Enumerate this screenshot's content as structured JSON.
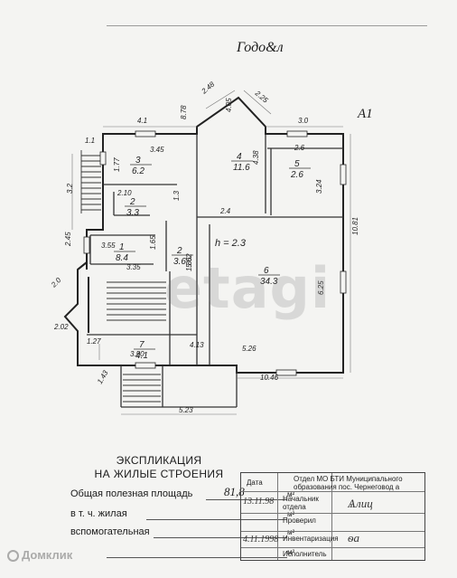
{
  "header": {
    "title": "Годо&л",
    "sheet_code": "А1"
  },
  "plan_labels": {
    "dims": [
      "4.1",
      "3.45",
      "2.48",
      "2.25",
      "8.78",
      "4.05",
      "3.0",
      "2.6",
      "1.1",
      "1.77",
      "3.2",
      "2.10",
      "1.3",
      "4.38",
      "3.24",
      "10.81",
      "2.4",
      "2.45",
      "3.55",
      "3.35",
      "2.0",
      "2.02",
      "1.27",
      "3.50",
      "4.13",
      "1.43",
      "5.26",
      "10.46",
      "5.23",
      "6.25",
      "1.65",
      "5.02",
      "1.85"
    ],
    "rooms": [
      {
        "num": "3",
        "area": "6.2"
      },
      {
        "num": "4",
        "area": "11.6"
      },
      {
        "num": "5",
        "area": "2.6"
      },
      {
        "num": "2",
        "area": "3.3"
      },
      {
        "num": "1",
        "area": "8.4"
      },
      {
        "num": "2",
        "area": "3.6"
      },
      {
        "num": "6",
        "area": "34.3"
      },
      {
        "num": "7",
        "area": "4.1"
      }
    ],
    "height_note": "h = 2.3"
  },
  "explication": {
    "title_line1": "ЭКСПЛИКАЦИЯ",
    "title_line2": "НА ЖИЛЫЕ СТРОЕНИЯ",
    "rows": [
      {
        "label": "Общая полезная площадь",
        "value": "81,8",
        "unit": "м²"
      },
      {
        "label": "в т. ч. жилая",
        "value": "",
        "unit": "м²"
      },
      {
        "label": "вспомогательная",
        "value": "",
        "unit": "м²"
      },
      {
        "label": "",
        "value": "",
        "unit": "м²"
      }
    ]
  },
  "stamp": {
    "col_date": "Дата",
    "org_line1": "Отдел МО БТИ Муниципального",
    "org_line2": "образования пос. Чернеговод а",
    "date1": "13.11.98",
    "role1_a": "Начальник",
    "role1_b": "отдела",
    "date2": "4.11.1998",
    "role2_a": "Проверил",
    "role2_b": "Инвентаризация",
    "role3": "Исполнитель"
  },
  "watermark": "etagi",
  "footer_brand": "Домклик"
}
